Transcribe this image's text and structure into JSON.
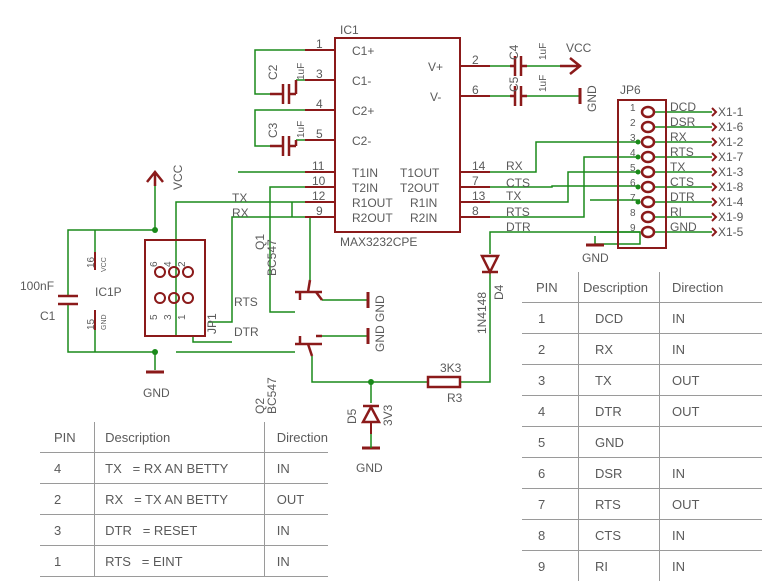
{
  "parts": {
    "ic1_name": "IC1",
    "ic1_value": "MAX3232CPE",
    "ic1_pins_left": [
      {
        "num": "1",
        "name": "C1+"
      },
      {
        "num": "3",
        "name": "C1-"
      },
      {
        "num": "4",
        "name": "C2+"
      },
      {
        "num": "5",
        "name": "C2-"
      },
      {
        "num": "11",
        "name": "T1IN"
      },
      {
        "num": "10",
        "name": "T2IN"
      },
      {
        "num": "12",
        "name": "R1OUT"
      },
      {
        "num": "9",
        "name": "R2OUT"
      }
    ],
    "ic1_pins_right": [
      {
        "num": "2",
        "name": "V+"
      },
      {
        "num": "6",
        "name": "V-"
      },
      {
        "num": "14",
        "name": "T1OUT"
      },
      {
        "num": "7",
        "name": "T2OUT"
      },
      {
        "num": "13",
        "name": "R1IN"
      },
      {
        "num": "8",
        "name": "R2IN"
      }
    ],
    "c2_name": "C2",
    "c2_value": "1uF",
    "c3_name": "C3",
    "c3_value": "1uF",
    "c4_name": "C4",
    "c4_value": "1uF",
    "c5_name": "C5",
    "c5_value": "1uF",
    "c1_name": "C1",
    "c1_value": "100nF",
    "ic1p_name": "IC1P",
    "ic1p_pin_top": "16",
    "ic1p_pin_top_name": "VCC",
    "ic1p_pin_bot": "15",
    "ic1p_pin_bot_name": "GND",
    "jp1_name": "JP1",
    "jp1_pins_top": [
      "6",
      "4",
      "2"
    ],
    "jp1_pins_bot": [
      "5",
      "3",
      "1"
    ],
    "q1_name": "Q1",
    "q1_value": "BC547",
    "q2_name": "Q2",
    "q2_value": "BC547",
    "r3_name": "R3",
    "r3_value": "3K3",
    "d4_name": "D4",
    "d4_value": "1N4148",
    "d5_name": "D5",
    "d5_value": "3V3",
    "jp6_name": "JP6",
    "jp6_pins": [
      "1",
      "2",
      "3",
      "4",
      "5",
      "6",
      "7",
      "8",
      "9"
    ]
  },
  "power": {
    "vcc": "VCC",
    "gnd": "GND"
  },
  "nets": {
    "tx": "TX",
    "rx": "RX",
    "rts": "RTS",
    "dtr": "DTR",
    "cts": "CTS",
    "ic_right_labels": [
      "RX",
      "CTS",
      "TX",
      "RTS",
      "DTR"
    ],
    "jp6_signals": [
      "DCD",
      "DSR",
      "RX",
      "RTS",
      "TX",
      "CTS",
      "DTR",
      "RI",
      "GND"
    ],
    "x1_pins": [
      "X1-1",
      "X1-6",
      "X1-2",
      "X1-7",
      "X1-3",
      "X1-8",
      "X1-4",
      "X1-9",
      "X1-5"
    ]
  },
  "left_table": {
    "headers": [
      "PIN",
      "Description",
      "Direction"
    ],
    "rows": [
      [
        "4",
        "TX   = RX AN BETTY",
        "IN"
      ],
      [
        "2",
        "RX   = TX AN BETTY",
        "OUT"
      ],
      [
        "3",
        "DTR   = RESET",
        "IN"
      ],
      [
        "1",
        "RTS   = EINT",
        "IN"
      ]
    ]
  },
  "right_table": {
    "headers": [
      "PIN",
      "Description",
      "Direction"
    ],
    "rows": [
      [
        "1",
        "DCD",
        "IN"
      ],
      [
        "2",
        "RX",
        "IN"
      ],
      [
        "3",
        "TX",
        "OUT"
      ],
      [
        "4",
        "DTR",
        "OUT"
      ],
      [
        "5",
        "GND",
        ""
      ],
      [
        "6",
        "DSR",
        "IN"
      ],
      [
        "7",
        "RTS",
        "OUT"
      ],
      [
        "8",
        "CTS",
        "IN"
      ],
      [
        "9",
        "RI",
        "IN"
      ]
    ]
  }
}
